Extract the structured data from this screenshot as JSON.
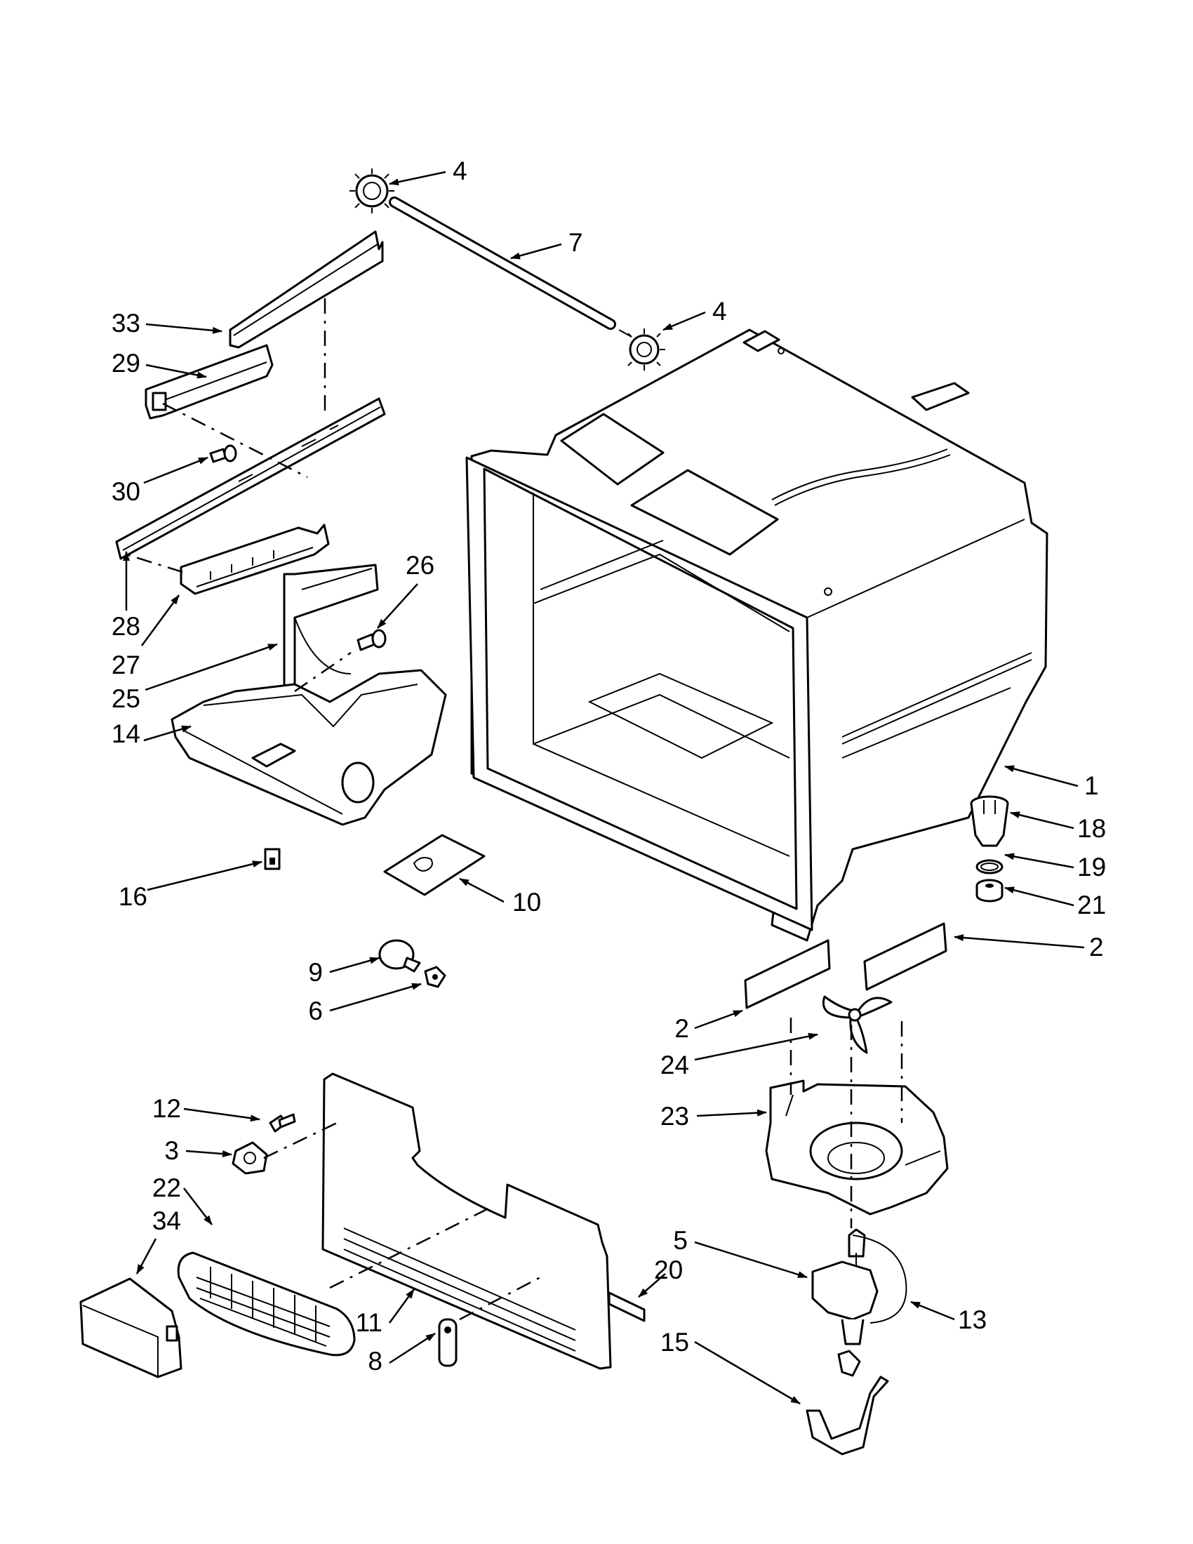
{
  "diagram": {
    "callouts": [
      {
        "id": "c4a",
        "number": "4"
      },
      {
        "id": "c7",
        "number": "7"
      },
      {
        "id": "c4b",
        "number": "4"
      },
      {
        "id": "c33",
        "number": "33"
      },
      {
        "id": "c29",
        "number": "29"
      },
      {
        "id": "c30",
        "number": "30"
      },
      {
        "id": "c26",
        "number": "26"
      },
      {
        "id": "c28",
        "number": "28"
      },
      {
        "id": "c27",
        "number": "27"
      },
      {
        "id": "c25",
        "number": "25"
      },
      {
        "id": "c14",
        "number": "14"
      },
      {
        "id": "c1",
        "number": "1"
      },
      {
        "id": "c18",
        "number": "18"
      },
      {
        "id": "c19",
        "number": "19"
      },
      {
        "id": "c21",
        "number": "21"
      },
      {
        "id": "c16",
        "number": "16"
      },
      {
        "id": "c10",
        "number": "10"
      },
      {
        "id": "c2a",
        "number": "2"
      },
      {
        "id": "c9",
        "number": "9"
      },
      {
        "id": "c6",
        "number": "6"
      },
      {
        "id": "c2b",
        "number": "2"
      },
      {
        "id": "c24",
        "number": "24"
      },
      {
        "id": "c12",
        "number": "12"
      },
      {
        "id": "c23",
        "number": "23"
      },
      {
        "id": "c3",
        "number": "3"
      },
      {
        "id": "c22",
        "number": "22"
      },
      {
        "id": "c34",
        "number": "34"
      },
      {
        "id": "c5",
        "number": "5"
      },
      {
        "id": "c20",
        "number": "20"
      },
      {
        "id": "c11",
        "number": "11"
      },
      {
        "id": "c13",
        "number": "13"
      },
      {
        "id": "c8",
        "number": "8"
      },
      {
        "id": "c15",
        "number": "15"
      }
    ]
  }
}
